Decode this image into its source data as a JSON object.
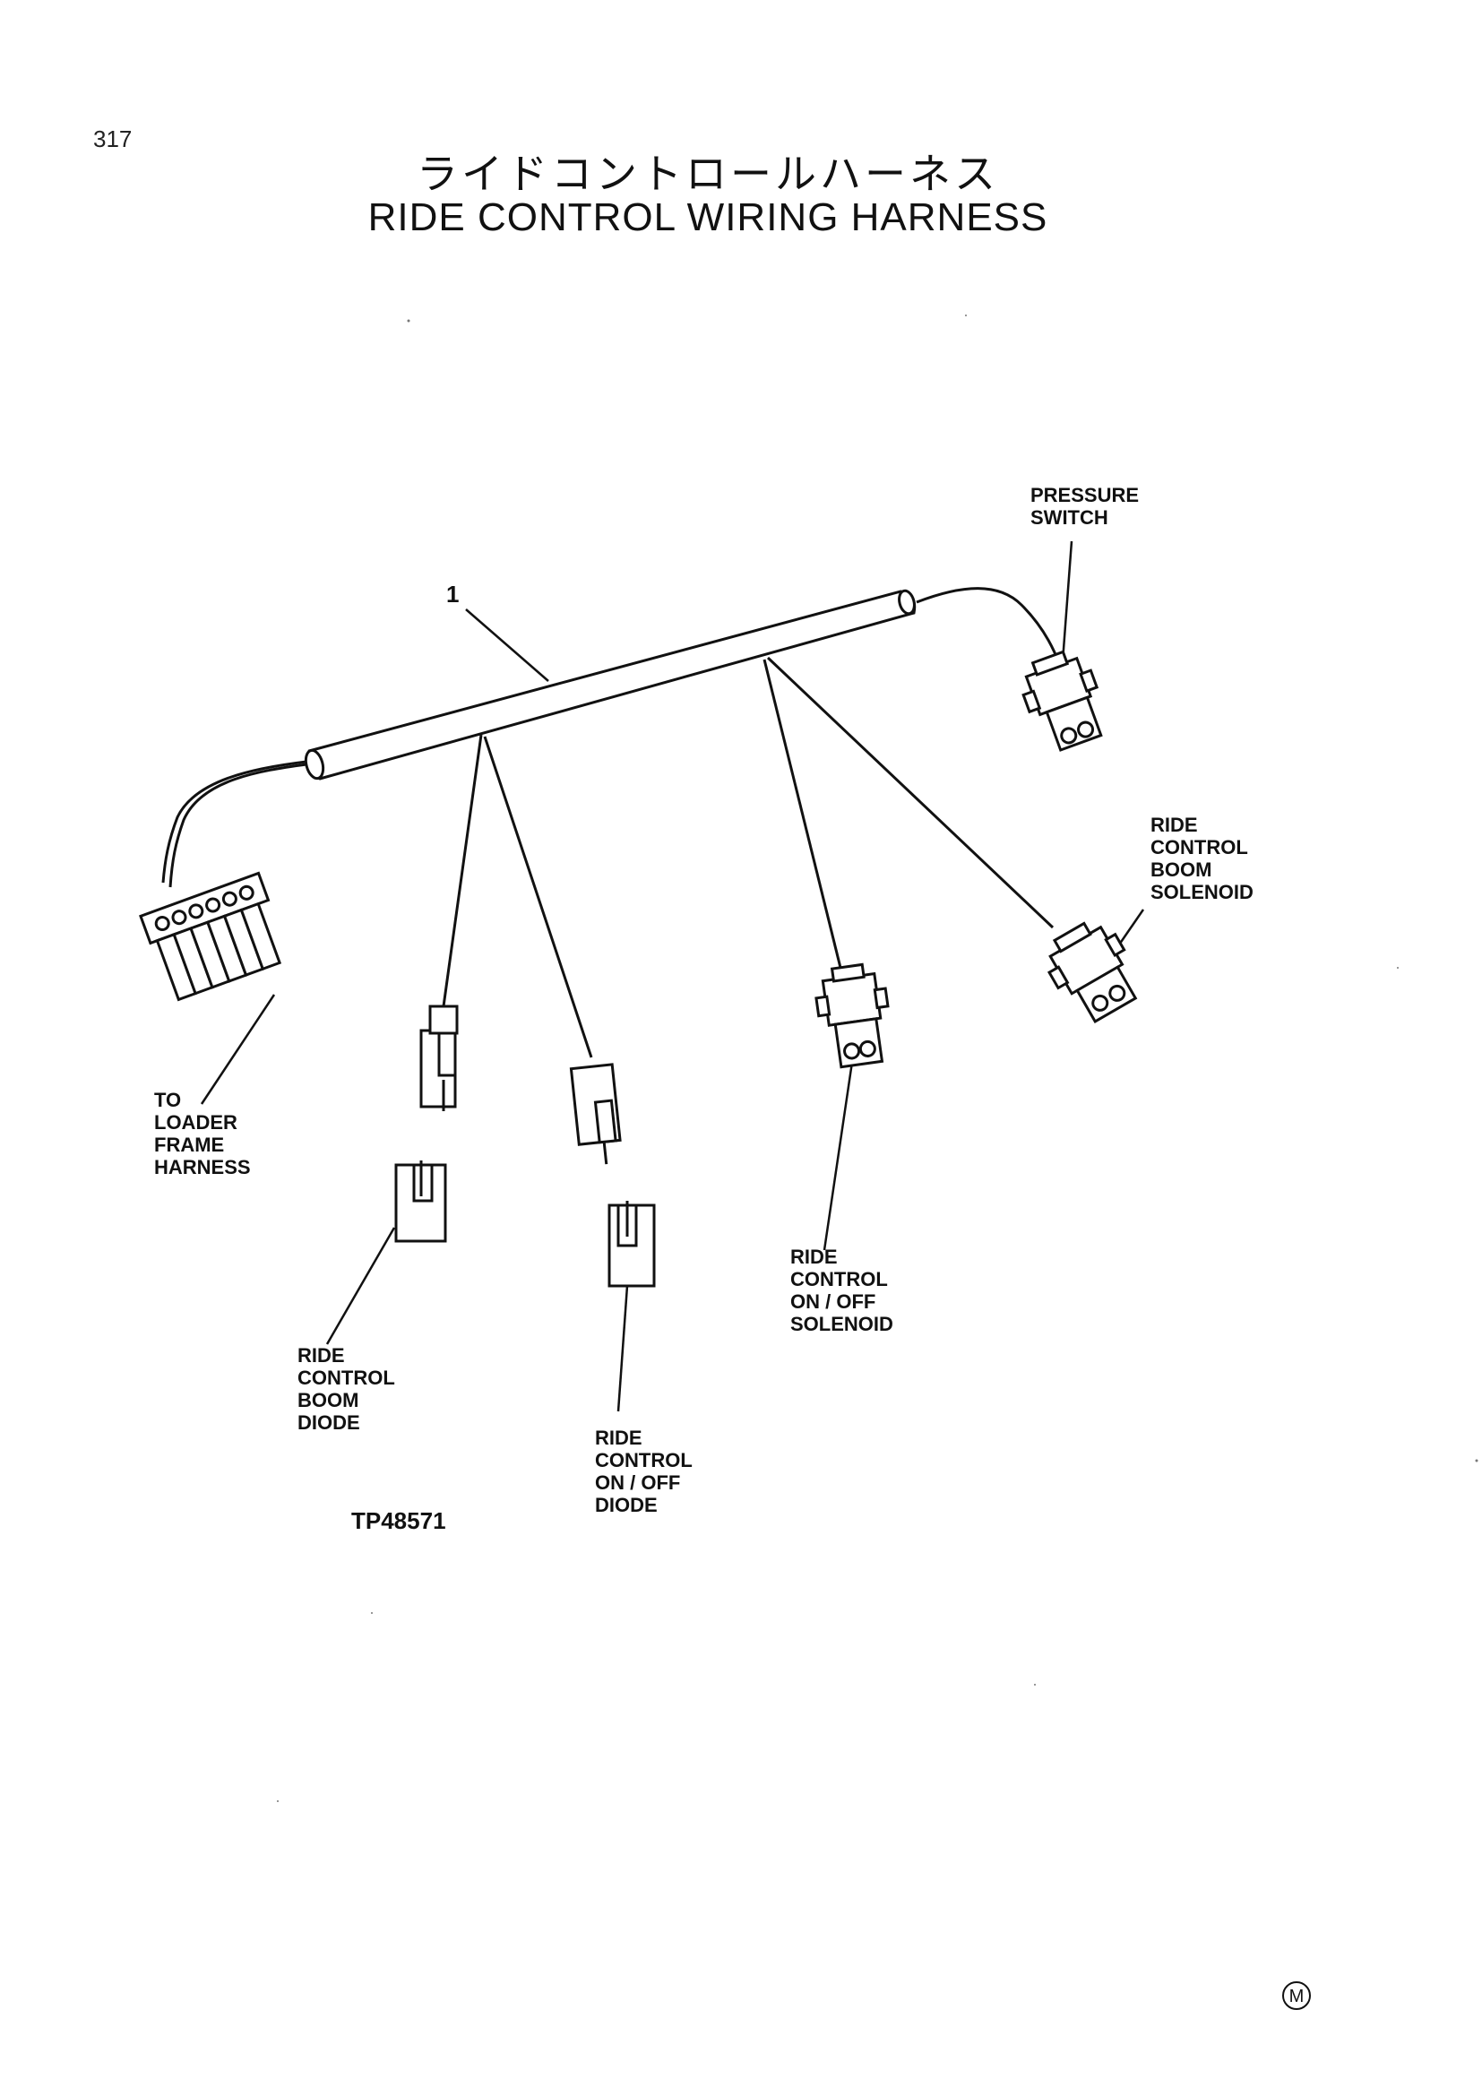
{
  "page_number": "317",
  "title_jp": "ライドコントロールハーネス",
  "title_en": "RIDE CONTROL WIRING HARNESS",
  "callout_number": "1",
  "labels": {
    "pressure_switch": [
      "PRESSURE",
      "SWITCH"
    ],
    "boom_solenoid": [
      "RIDE",
      "CONTROL",
      "BOOM",
      "SOLENOID"
    ],
    "loader_frame": [
      "TO",
      "LOADER",
      "FRAME",
      "HARNESS"
    ],
    "onoff_solenoid": [
      "RIDE",
      "CONTROL",
      "ON / OFF",
      "SOLENOID"
    ],
    "boom_diode": [
      "RIDE",
      "CONTROL",
      "BOOM",
      "DIODE"
    ],
    "onoff_diode": [
      "RIDE",
      "CONTROL",
      "ON / OFF",
      "DIODE"
    ]
  },
  "figure_id": "TP48571",
  "corner_mark": "M"
}
